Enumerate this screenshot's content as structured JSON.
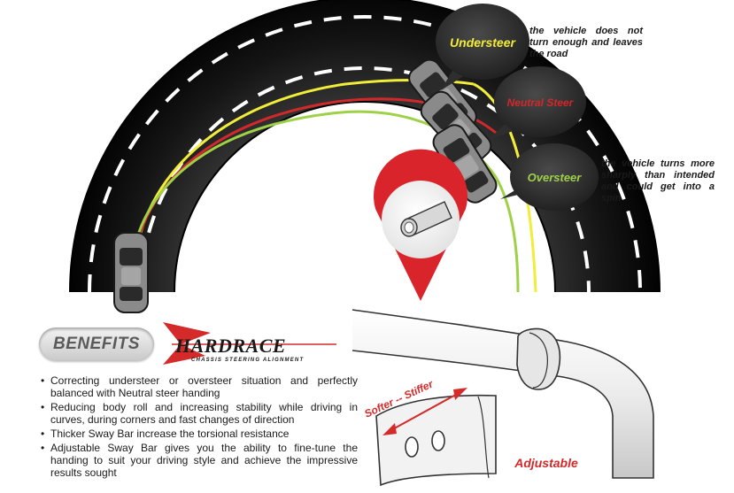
{
  "handling_states": {
    "understeer": {
      "label": "Understeer",
      "description": "the vehicle does not turn enough and leaves the road",
      "color": "#f2ec3a"
    },
    "neutral": {
      "label": "Neutral Steer",
      "color": "#d1282b"
    },
    "oversteer": {
      "label": "Oversteer",
      "description": "the vehicle turns more sharply than intended and could get into a spin",
      "color": "#9fd148"
    }
  },
  "benefits_heading": "BENEFITS",
  "brand": {
    "name": "HARDRACE",
    "tagline": "CHASSIS  STEERING  ALIGNMENT",
    "accent": "#d42a2a"
  },
  "benefits": [
    "Correcting understeer or oversteer situation and perfectly balanced with Neutral steer handing",
    "Reducing body roll and increasing stability while driving in curves, during corners and fast changes of direction",
    "Thicker Sway Bar increase the torsional resistance",
    "Adjustable Sway Bar gives you the ability to fine-tune the handing to suit your driving style and achieve the impressive results sought"
  ],
  "sway_bar": {
    "arrow_label": "Softer -- Stiffer",
    "adjustable_label": "Adjustable",
    "accent": "#d42a2a"
  },
  "colors": {
    "road": "#1b1b1b",
    "lane_marking": "#ffffff",
    "bubble": "#2e2e2e"
  }
}
